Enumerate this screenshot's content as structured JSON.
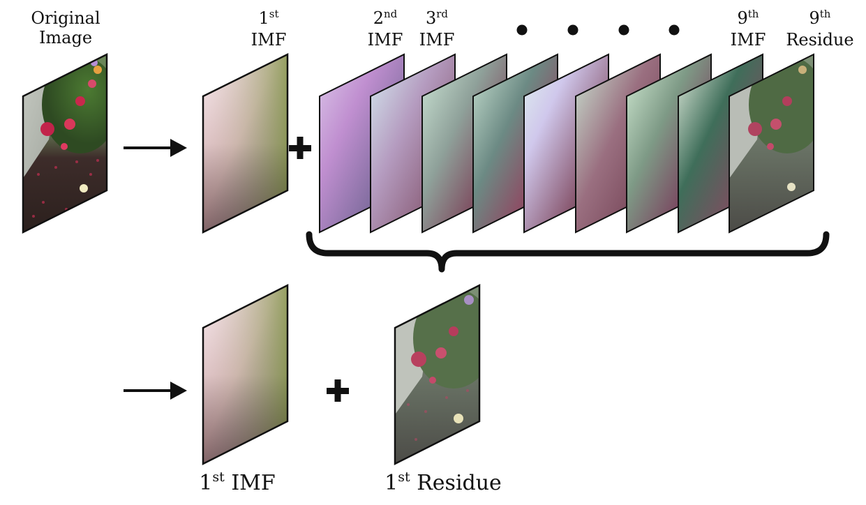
{
  "labels": {
    "original": {
      "line1": "Original",
      "line2": "Image"
    },
    "imf1_top": {
      "sup": "st",
      "num": "1",
      "word": "IMF"
    },
    "imf2_top": {
      "sup": "nd",
      "num": "2",
      "word": "IMF"
    },
    "imf3_top": {
      "sup": "rd",
      "num": "3",
      "word": "IMF"
    },
    "imf9_top": {
      "sup": "th",
      "num": "9",
      "word": "IMF"
    },
    "res9_top": {
      "sup": "th",
      "num": "9",
      "word": "Residue"
    },
    "imf1_bottom": {
      "num": "1",
      "sup": "st",
      "word": "IMF"
    },
    "res1_bottom": {
      "num": "1",
      "sup": "st",
      "word": "Residue"
    }
  },
  "symbols": {
    "plus": "+",
    "ellipsis_dots": 4
  },
  "colors": {
    "ink": "#111111",
    "imf1": [
      "#f7e6ec",
      "#9aa866",
      "#2a0e18"
    ],
    "photo": [
      "#9aa39a",
      "#d43a5a",
      "#3e5c2e",
      "#3b2a28"
    ],
    "imf_stack": [
      "#c89ad6",
      "#3b4fa0",
      "#8fb07a",
      "#1f5a44",
      "#7a3a5a"
    ]
  }
}
